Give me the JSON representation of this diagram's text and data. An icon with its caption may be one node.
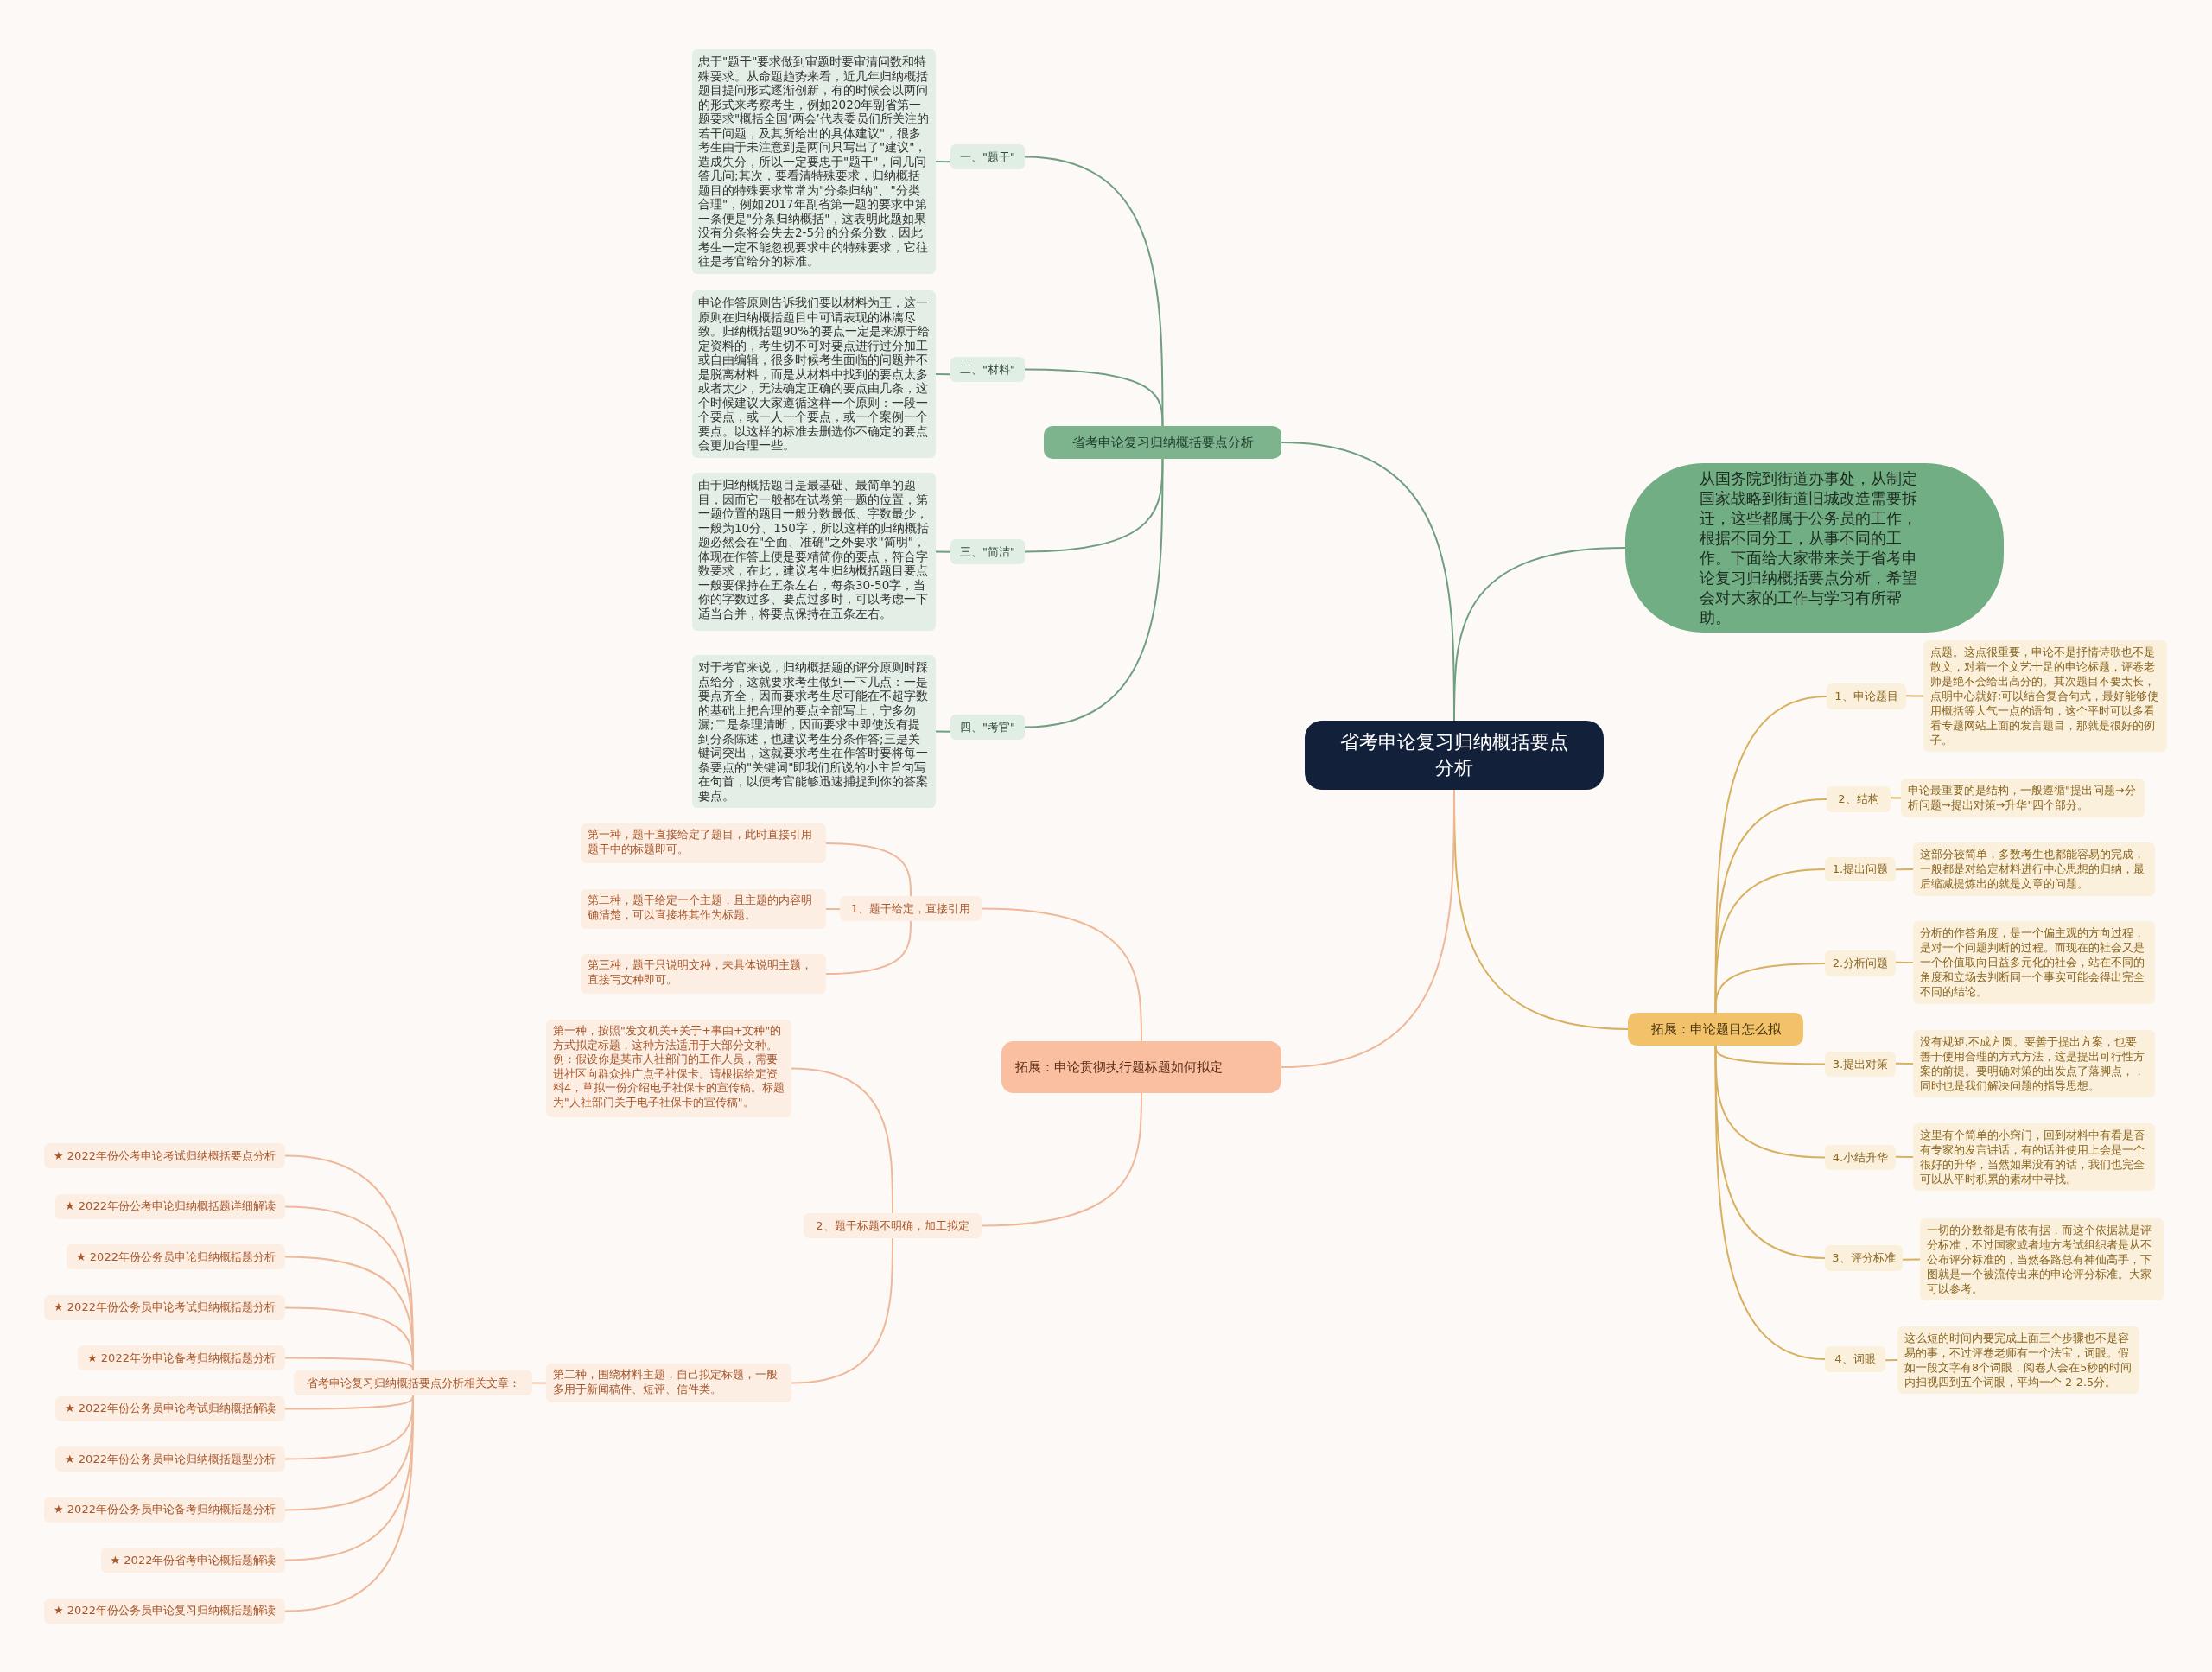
{
  "diagram": {
    "nodes": [
      {
        "text": [
          "省考申论复习归纳概括要点分析"
        ]
      },
      {
        "text": [
          "省考申论复习归纳概括要点分析"
        ]
      },
      {
        "text": [
          "一、\"题干\""
        ]
      },
      {
        "text": [
          "忠于\"题干\"要求做到审题时要审清问数和特殊要求。从命题趋势来看，近几年归纳概括题目提问形式逐渐创新，有的时候会以两问的形式来考察考生，例如2020年副省第一题要求\"概括全国‘两会’代表委员们所关注的若干问题，及其所给出的具体建议\"，很多考生由于未注意到是两问只写出了\"建议\"，造成失分，所以一定要忠于\"题干\"，问几问答几问;其次，要看清特殊要求，归纳概括题目的特殊要求常常为\"分条归纳\"、\"分类合理\"，例如2017年副省第一题的要求中第一条便是\"分条归纳概括\"，这表明此题如果没有分条将会失去2-5分的分条分数，因此考生一定不能忽视要求中的特殊要求，它往往是考官给分的标准。"
        ]
      },
      {
        "text": [
          "二、\"材料\""
        ]
      },
      {
        "text": [
          "申论作答原则告诉我们要以材料为王，这一原则在归纳概括题目中可谓表现的淋漓尽致。归纳概括题90%的要点一定是来源于给定资料的，考生切不可对要点进行过分加工或自由编辑，很多时候考生面临的问题并不是脱离材料，而是从材料中找到的要点太多或者太少，无法确定正确的要点由几条，这个时候建议大家遵循这样一个原则：一段一个要点，或一人一个要点，或一个案例一个要点。以这样的标准去删选你不确定的要点会更加合理一些。"
        ]
      },
      {
        "text": [
          "三、\"简洁\""
        ]
      },
      {
        "text": [
          "由于归纳概括题目是最基础、最简单的题目，因而它一般都在试卷第一题的位置，第一题位置的题目一般分数最低、字数最少，一般为10分、150字，所以这样的归纳概括题必然会在\"全面、准确\"之外要求\"简明\"，体现在作答上便是要精简你的要点，符合字数要求，在此，建议考生归纳概括题目要点一般要保持在五条左右，每条30-50字，当你的字数过多、要点过多时，可以考虑一下适当合并，将要点保持在五条左右。"
        ]
      },
      {
        "text": [
          "四、\"考官\""
        ]
      },
      {
        "text": [
          "对于考官来说，归纳概括题的评分原则时踩点给分，这就要求考生做到一下几点：一是要点齐全，因而要求考生尽可能在不超字数的基础上把合理的要点全部写上，宁多勿漏;二是条理清晰，因而要求中即使没有提到分条陈述，也建议考生分条作答;三是关键词突出，这就要求考生在作答时要将每一条要点的\"关键词\"即我们所说的小主旨句写在句首，以便考官能够迅速捕捉到你的答案要点。"
        ]
      },
      {
        "text": [
          "从国务院到街道办事处，从制定国家战略到街道旧城改造需要拆迁，这些都属于公务员的工作，根据不同分工，从事不同的工作。下面给大家带来关于省考申论复习归纳概括要点分析，希望会对大家的工作与学习有所帮助。"
        ]
      },
      {
        "text": [
          "拓展：申论题目怎么拟"
        ]
      },
      {
        "text": [
          "1、申论题目"
        ]
      },
      {
        "text": [
          "点题。这点很重要，申论不是抒情诗歌也不是散文，对着一个文艺十足的申论标题，评卷老师是绝不会给出高分的。其次题目不要太长，点明中心就好;可以结合复合句式，最好能够使用概括等大气一点的语句，这个平时可以多看看专题网站上面的发言题目，那就是很好的例子。"
        ]
      },
      {
        "text": [
          "2、结构"
        ]
      },
      {
        "text": [
          "申论最重要的是结构，一般遵循\"提出问题→分析问题→提出对策→升华\"四个部分。"
        ]
      },
      {
        "text": [
          "1.提出问题"
        ]
      },
      {
        "text": [
          "这部分较简单，多数考生也都能容易的完成，一般都是对给定材料进行中心思想的归纳，最后缩减提炼出的就是文章的问题。"
        ]
      },
      {
        "text": [
          "2.分析问题"
        ]
      },
      {
        "text": [
          "分析的作答角度，是一个偏主观的方向过程，是对一个问题判断的过程。而现在的社会又是一个价值取向日益多元化的社会，站在不同的角度和立场去判断同一个事实可能会得出完全不同的结论。"
        ]
      },
      {
        "text": [
          "3.提出对策"
        ]
      },
      {
        "text": [
          "没有规矩,不成方圆。要善于提出方案，也要善于使用合理的方式方法，这是提出可行性方案的前提。要明确对策的出发点了落脚点，，同时也是我们解决问题的指导思想。"
        ]
      },
      {
        "text": [
          "4.小结升华"
        ]
      },
      {
        "text": [
          "这里有个简单的小窍门，回到材料中有看是否有专家的发言讲话，有的话并使用上会是一个很好的升华，当然如果没有的话，我们也完全可以从平时积累的素材中寻找。"
        ]
      },
      {
        "text": [
          "3、评分标准"
        ]
      },
      {
        "text": [
          "一切的分数都是有依有据，而这个依据就是评分标准，不过国家或者地方考试组织者是从不公布评分标准的，当然各路总有神仙高手，下图就是一个被流传出来的申论评分标准。大家可以参考。"
        ]
      },
      {
        "text": [
          "4、词眼"
        ]
      },
      {
        "text": [
          "这么短的时间内要完成上面三个步骤也不是容易的事，不过评卷老师有一个法宝，词眼。假如一段文字有8个词眼，阅卷人会在5秒的时间内扫视四到五个词眼，平均一个 2-2.5分。"
        ]
      },
      {
        "text": [
          "拓展：申论贯彻执行题标题如何拟定"
        ]
      },
      {
        "text": [
          "1、题干给定，直接引用"
        ]
      },
      {
        "text": [
          "第一种，题干直接给定了题目，此时直接引用题干中的标题即可。"
        ]
      },
      {
        "text": [
          "第二种，题干给定一个主题，且主题的内容明确清楚，可以直接将其作为标题。"
        ]
      },
      {
        "text": [
          "第三种，题干只说明文种，未具体说明主题，直接写文种即可。"
        ]
      },
      {
        "text": [
          "2、题干标题不明确，加工拟定"
        ]
      },
      {
        "text": [
          "第一种，按照\"发文机关+关于+事由+文种\"的方式拟定标题，这种方法适用于大部分文种。例：假设你是某市人社部门的工作人员，需要进社区向群众推广点子社保卡。请根据给定资料4，草拟一份介绍电子社保卡的宣传稿。标题为\"人社部门关于电子社保卡的宣传稿\"。"
        ]
      },
      {
        "text": [
          "第二种，围绕材料主题，自己拟定标题，一般多用于新闻稿件、短评、信件类。"
        ]
      },
      {
        "text": [
          "省考申论复习归纳概括要点分析相关文章："
        ]
      },
      {
        "text": [
          "★ 2022年份公考申论考试归纳概括要点分析"
        ]
      },
      {
        "text": [
          "★ 2022年份公考申论归纳概括题详细解读"
        ]
      },
      {
        "text": [
          "★ 2022年份公务员申论归纳概括题分析"
        ]
      },
      {
        "text": [
          "★ 2022年份公务员申论考试归纳概括题分析"
        ]
      },
      {
        "text": [
          "★ 2022年份申论备考归纳概括题分析"
        ]
      },
      {
        "text": [
          "★ 2022年份公务员申论考试归纳概括解读"
        ]
      },
      {
        "text": [
          "★ 2022年份公务员申论归纳概括题型分析"
        ]
      },
      {
        "text": [
          "★ 2022年份公务员申论备考归纳概括题分析"
        ]
      },
      {
        "text": [
          "★ 2022年份省考申论概括题解读"
        ]
      },
      {
        "text": [
          "★ 2022年份公务员申论复习归纳概括题解读"
        ]
      }
    ],
    "edges": [
      {
        "from": 0,
        "to": 1,
        "arrow": "none",
        "color": "#6f9f80"
      },
      {
        "from": 1,
        "to": 2,
        "arrow": "none",
        "color": "#6f9f80"
      },
      {
        "from": 2,
        "to": 3,
        "arrow": "none",
        "color": "#6f9f80"
      },
      {
        "from": 1,
        "to": 4,
        "arrow": "none",
        "color": "#6f9f80"
      },
      {
        "from": 4,
        "to": 5,
        "arrow": "none",
        "color": "#6f9f80"
      },
      {
        "from": 1,
        "to": 6,
        "arrow": "none",
        "color": "#6f9f80"
      },
      {
        "from": 6,
        "to": 7,
        "arrow": "none",
        "color": "#6f9f80"
      },
      {
        "from": 1,
        "to": 8,
        "arrow": "none",
        "color": "#6f9f80"
      },
      {
        "from": 8,
        "to": 9,
        "arrow": "none",
        "color": "#6f9f80"
      },
      {
        "from": 0,
        "to": 10,
        "arrow": "none",
        "color": "#6f9f80"
      },
      {
        "from": 0,
        "to": 11,
        "arrow": "none",
        "color": "#d8b05e"
      },
      {
        "from": 11,
        "to": 12,
        "arrow": "none",
        "color": "#d8b05e"
      },
      {
        "from": 12,
        "to": 13,
        "arrow": "none",
        "color": "#d8b05e"
      },
      {
        "from": 11,
        "to": 14,
        "arrow": "none",
        "color": "#d8b05e"
      },
      {
        "from": 14,
        "to": 15,
        "arrow": "none",
        "color": "#d8b05e"
      },
      {
        "from": 11,
        "to": 16,
        "arrow": "none",
        "color": "#d8b05e"
      },
      {
        "from": 16,
        "to": 17,
        "arrow": "none",
        "color": "#d8b05e"
      },
      {
        "from": 11,
        "to": 18,
        "arrow": "none",
        "color": "#d8b05e"
      },
      {
        "from": 18,
        "to": 19,
        "arrow": "none",
        "color": "#d8b05e"
      },
      {
        "from": 11,
        "to": 20,
        "arrow": "none",
        "color": "#d8b05e"
      },
      {
        "from": 20,
        "to": 21,
        "arrow": "none",
        "color": "#d8b05e"
      },
      {
        "from": 11,
        "to": 22,
        "arrow": "none",
        "color": "#d8b05e"
      },
      {
        "from": 22,
        "to": 23,
        "arrow": "none",
        "color": "#d8b05e"
      },
      {
        "from": 11,
        "to": 24,
        "arrow": "none",
        "color": "#d8b05e"
      },
      {
        "from": 24,
        "to": 25,
        "arrow": "none",
        "color": "#d8b05e"
      },
      {
        "from": 11,
        "to": 26,
        "arrow": "none",
        "color": "#d8b05e"
      },
      {
        "from": 26,
        "to": 27,
        "arrow": "none",
        "color": "#d8b05e"
      },
      {
        "from": 0,
        "to": 28,
        "arrow": "none"
      },
      {
        "from": 28,
        "to": 29,
        "arrow": "none"
      },
      {
        "from": 29,
        "to": 30,
        "arrow": "none"
      },
      {
        "from": 29,
        "to": 31,
        "arrow": "none"
      },
      {
        "from": 29,
        "to": 32,
        "arrow": "none"
      },
      {
        "from": 28,
        "to": 33,
        "arrow": "none"
      },
      {
        "from": 33,
        "to": 34,
        "arrow": "none"
      },
      {
        "from": 33,
        "to": 35,
        "arrow": "none"
      },
      {
        "from": 35,
        "to": 36,
        "arrow": "none"
      },
      {
        "from": 36,
        "to": 37,
        "arrow": "none"
      },
      {
        "from": 36,
        "to": 38,
        "arrow": "none"
      },
      {
        "from": 36,
        "to": 39,
        "arrow": "none"
      },
      {
        "from": 36,
        "to": 40,
        "arrow": "none"
      },
      {
        "from": 36,
        "to": 41,
        "arrow": "none"
      },
      {
        "from": 36,
        "to": 42,
        "arrow": "none"
      },
      {
        "from": 36,
        "to": 43,
        "arrow": "none"
      },
      {
        "from": 36,
        "to": 44,
        "arrow": "none"
      },
      {
        "from": 36,
        "to": 45,
        "arrow": "none"
      },
      {
        "from": 36,
        "to": 46,
        "arrow": "none"
      }
    ]
  }
}
